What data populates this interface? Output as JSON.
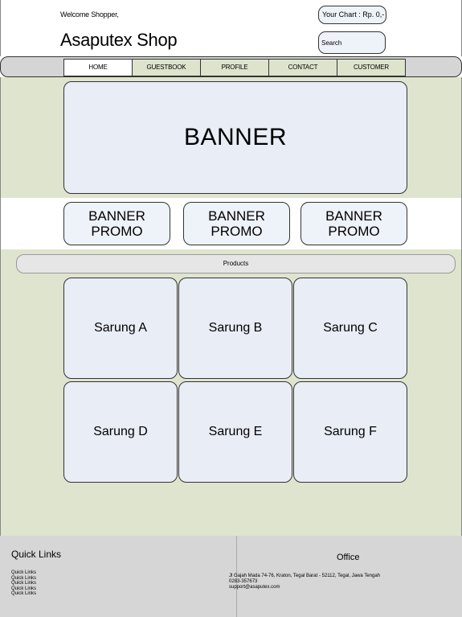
{
  "header": {
    "welcome": "Welcome Shopper,",
    "title": "Asaputex Shop",
    "cart": "Your Chart : Rp. 0,-",
    "search_placeholder": "Search"
  },
  "nav": {
    "items": [
      {
        "label": "HOME"
      },
      {
        "label": "GUESTBOOK"
      },
      {
        "label": "PROFILE"
      },
      {
        "label": "CONTACT"
      },
      {
        "label": "CUSTOMER"
      }
    ]
  },
  "banner": {
    "label": "BANNER"
  },
  "promos": [
    {
      "label": "BANNER PROMO"
    },
    {
      "label": "BANNER PROMO"
    },
    {
      "label": "BANNER PROMO"
    }
  ],
  "products": {
    "heading": "Products",
    "items": [
      {
        "name": "Sarung A"
      },
      {
        "name": "Sarung B"
      },
      {
        "name": "Sarung C"
      },
      {
        "name": "Sarung D"
      },
      {
        "name": "Sarung E"
      },
      {
        "name": "Sarung F"
      }
    ]
  },
  "footer": {
    "quick_title": "Quick Links",
    "quick_links": [
      "Quick Links",
      "Quick Links",
      "Quick Links",
      "Quick Links",
      "Quick Links"
    ],
    "office_title": "Office",
    "office_address": "Jl Gajah Mada 74-76, Kraton, Tegal Barat - 52112, Tegal, Jawa Tengah",
    "office_phone": "0283-357673",
    "office_email": "support@asaputex.com"
  }
}
